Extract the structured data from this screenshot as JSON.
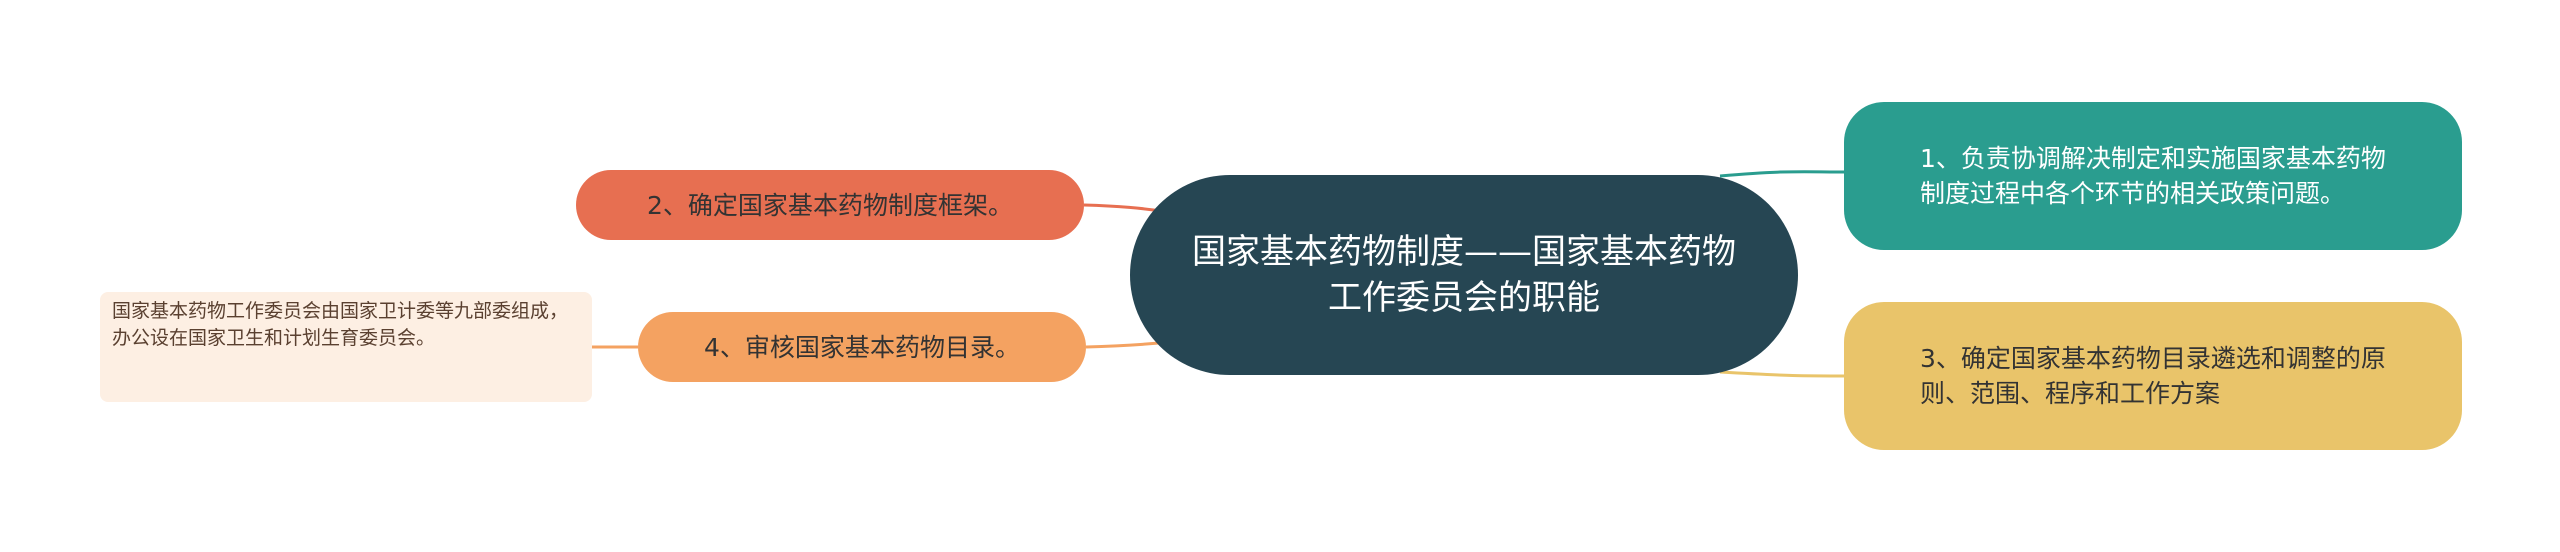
{
  "mindmap": {
    "central": "国家基本药物制度——国家基本药物工作委员会的职能",
    "branches": [
      {
        "id": "n1",
        "text": "1、负责协调解决制定和实施国家基本药物制度过程中各个环节的相关政策问题。",
        "color": "#2a9d8f"
      },
      {
        "id": "n2",
        "text": "2、确定国家基本药物制度框架。",
        "color": "#e76f51"
      },
      {
        "id": "n3",
        "text": "3、确定国家基本药物目录遴选和调整的原则、范围、程序和工作方案",
        "color": "#e9c46a"
      },
      {
        "id": "n4",
        "text": "4、审核国家基本药物目录。",
        "color": "#f4a261"
      }
    ],
    "note": "国家基本药物工作委员会由国家卫计委等九部委组成，办公设在国家卫生和计划生育委员会。"
  },
  "colors": {
    "central_bg": "#264653",
    "note_bg": "#fdefe3"
  }
}
